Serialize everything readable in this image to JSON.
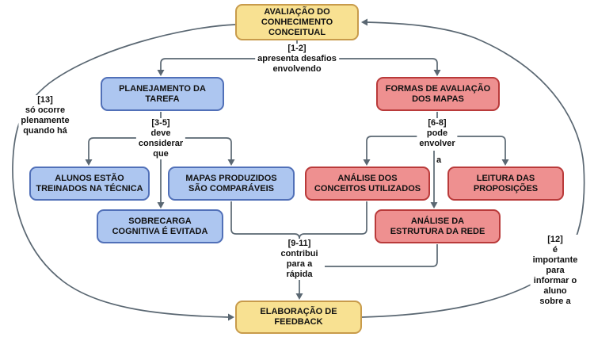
{
  "diagram": {
    "nodes": {
      "avaliacao": {
        "label": "AVALIAÇÃO DO\nCONHECIMENTO\nCONCEITUAL",
        "color": "yellow"
      },
      "planejamento": {
        "label": "PLANEJAMENTO DA\nTAREFA",
        "color": "blue"
      },
      "formas": {
        "label": "FORMAS DE AVALIAÇÃO\nDOS MAPAS",
        "color": "red"
      },
      "alunos": {
        "label": "ALUNOS ESTÃO\nTREINADOS NA TÉCNICA",
        "color": "blue"
      },
      "mapas": {
        "label": "MAPAS PRODUZIDOS\nSÃO COMPARÁVEIS",
        "color": "blue"
      },
      "sobrecarga": {
        "label": "SOBRECARGA\nCOGNITIVA É EVITADA",
        "color": "blue"
      },
      "conceitos": {
        "label": "ANÁLISE DOS\nCONCEITOS UTILIZADOS",
        "color": "red"
      },
      "leitura": {
        "label": "LEITURA DAS\nPROPOSIÇÕES",
        "color": "red"
      },
      "estrutura": {
        "label": "ANÁLISE DA\nESTRUTURA DA REDE",
        "color": "red"
      },
      "feedback": {
        "label": "ELABORAÇÃO DE\nFEEDBACK",
        "color": "yellow"
      }
    },
    "links": {
      "l1_2": {
        "label": "[1-2]\napresenta desafios\nenvolvendo"
      },
      "l3_5": {
        "label": "[3-5]\ndeve\nconsiderar\nque"
      },
      "l6_8": {
        "label": "[6-8]\npode\nenvolver"
      },
      "la": {
        "label": "a"
      },
      "l9_11": {
        "label": "[9-11]\ncontribui\npara a\nrápida"
      },
      "l13": {
        "label": "[13]\nsó ocorre\nplenamente\nquando há"
      },
      "l12": {
        "label": "[12]\né importante\npara informar o\naluno sobre a"
      }
    },
    "colors": {
      "yellow_fill": "#F8E192",
      "yellow_border": "#C89B4B",
      "blue_fill": "#ADC6F0",
      "blue_border": "#5170B8",
      "red_fill": "#EE9090",
      "red_border": "#B93A3A",
      "line": "#5A6772",
      "text": "#111111"
    }
  }
}
